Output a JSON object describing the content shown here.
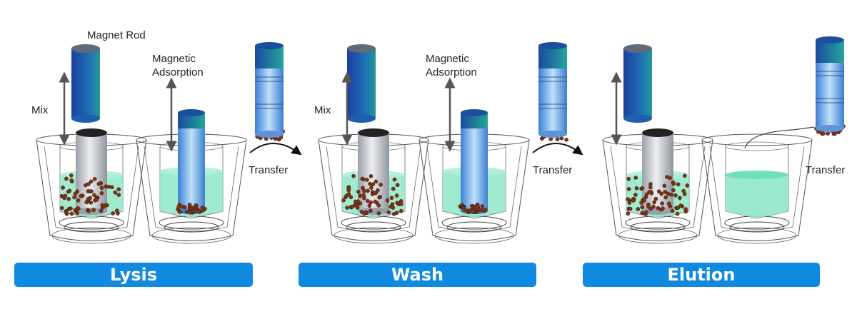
{
  "labels": {
    "magnet_rod": "Magnet Rod",
    "mix": "Mix",
    "magnetic_adsorption": [
      "Magnetic",
      "Adsorption"
    ],
    "transfer": "Transfer"
  },
  "phases": [
    "Lysis",
    "Wash",
    "Elution"
  ],
  "colors": {
    "phase_bar": "#0f8ae0",
    "liquid": "#8fe6c8",
    "magnet_top": "#1ea39a",
    "magnet_body": "#1e5fb8",
    "sleeve": "#c9cdd3",
    "beads": "#7a3418"
  }
}
